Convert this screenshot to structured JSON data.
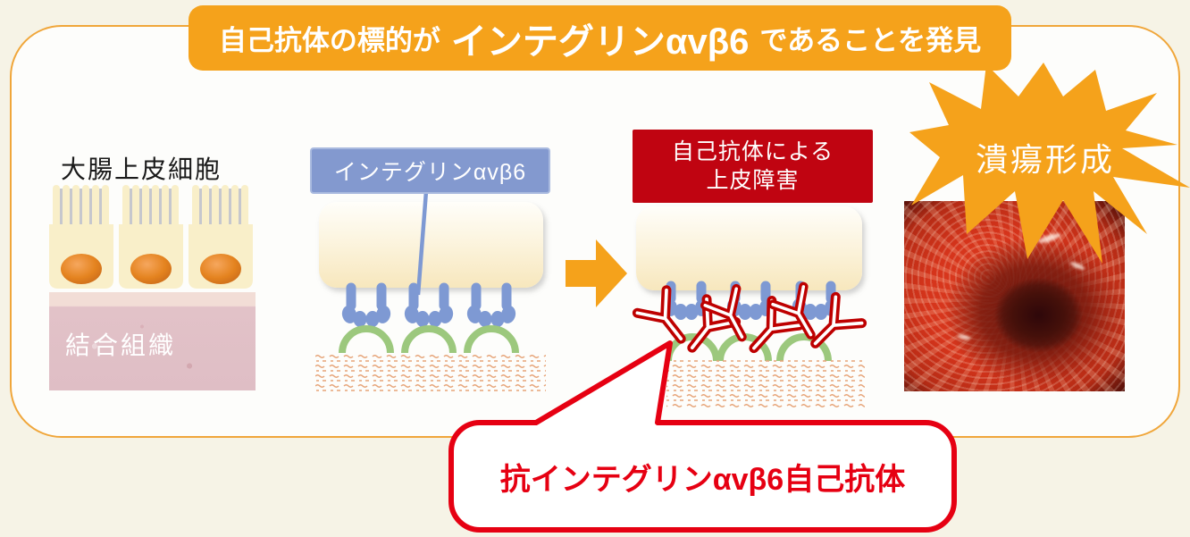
{
  "banner": {
    "prefix": "自己抗体の標的が",
    "highlight": "インテグリンαvβ6",
    "suffix": "であることを発見"
  },
  "left_panel": {
    "title": "大腸上皮細胞",
    "tissue_label": "結合組織"
  },
  "middle_panel": {
    "label": "インテグリンαvβ6"
  },
  "right_panel": {
    "line1": "自己抗体による",
    "line2": "上皮障害"
  },
  "starburst": {
    "label": "潰瘍形成"
  },
  "callout": {
    "label": "抗インテグリンαvβ6自己抗体"
  },
  "icons": {
    "flow_arrow_icon": "right-arrow",
    "ulcer_burst_icon": "starburst",
    "antibody_icon": "y-shaped-antibody",
    "integrin_icon": "paired-receptor",
    "microvilli_icon": "brush-border"
  },
  "colors": {
    "accent_orange": "#F5A21B",
    "frame_border": "#F0A63A",
    "deep_red_box": "#C00411",
    "callout_red": "#E60012",
    "label_blue": "#8399CF",
    "integrin_blue": "#7E99D3",
    "arc_green": "#9CC87D",
    "antibody_red": "#BE0000",
    "cell_cream": "#F9EFC9",
    "tissue_pink": "#E2C2C8",
    "matrix_squiggle": "#E6A377"
  }
}
